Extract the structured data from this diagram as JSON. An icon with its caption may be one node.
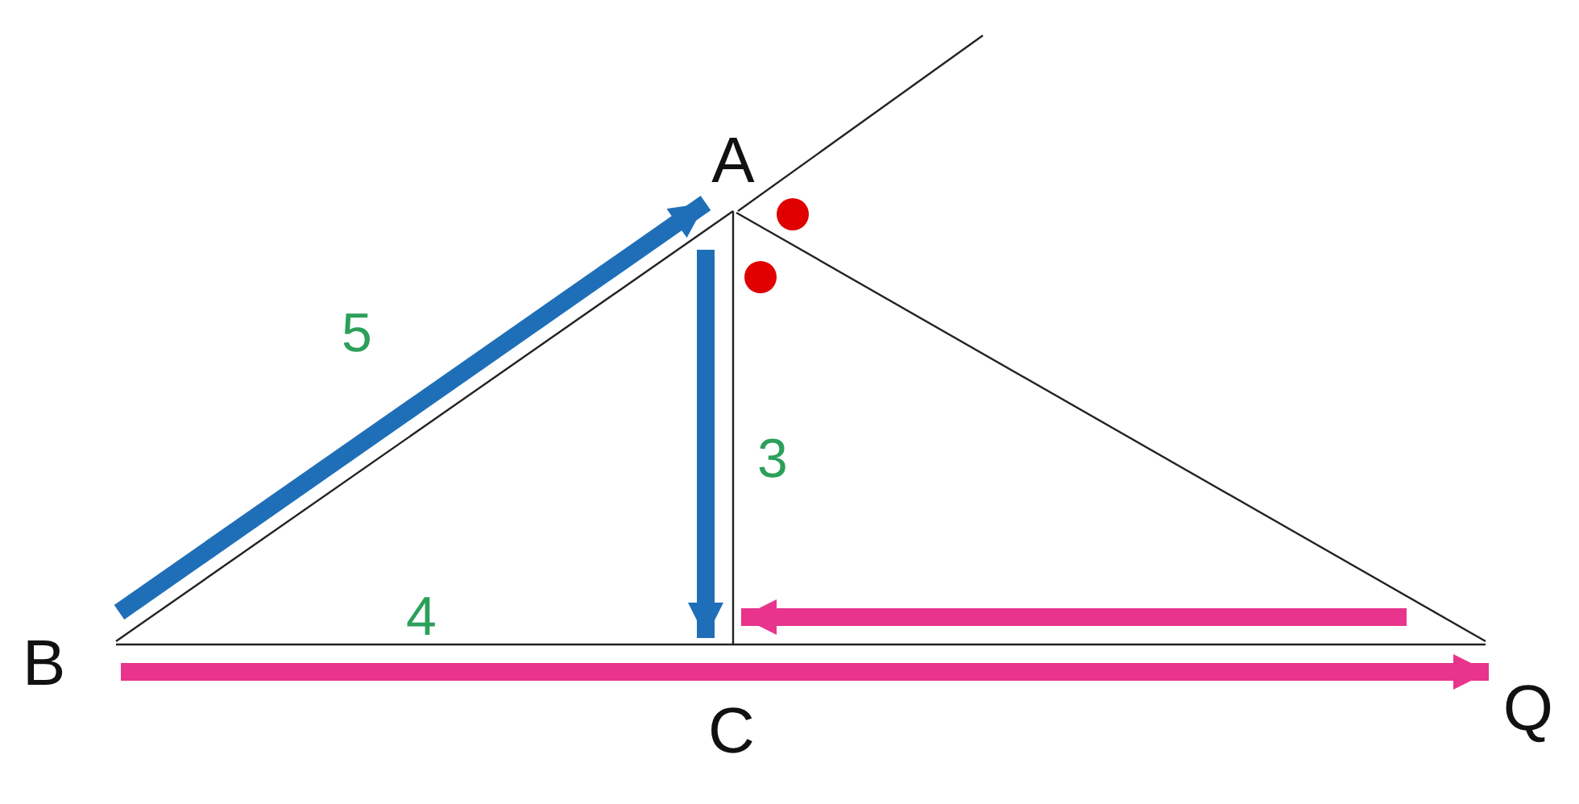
{
  "diagram": {
    "nodes": [
      {
        "text": [
          "A"
        ]
      },
      {
        "text": [
          "B"
        ]
      },
      {
        "text": [
          "C"
        ]
      },
      {
        "text": [
          "Q"
        ]
      }
    ],
    "edges": [
      {
        "from": 1,
        "to": 0,
        "arrow": "none"
      },
      {
        "from": 0,
        "to": 2,
        "arrow": "none"
      },
      {
        "from": 1,
        "to": 3,
        "arrow": "none"
      },
      {
        "from": 0,
        "to": 3,
        "arrow": "none"
      },
      {
        "from": 1,
        "to": 0,
        "arrow": "to",
        "style": "thick",
        "color": "#1f6fb8"
      },
      {
        "from": 0,
        "to": 2,
        "arrow": "to",
        "style": "thick",
        "color": "#1f6fb8"
      },
      {
        "from": 3,
        "to": 2,
        "arrow": "to",
        "style": "thick",
        "color": "#e8348c"
      },
      {
        "from": 1,
        "to": 3,
        "arrow": "to",
        "style": "thick",
        "color": "#e8348c"
      }
    ],
    "labels": [
      "5",
      "3",
      "4"
    ]
  }
}
